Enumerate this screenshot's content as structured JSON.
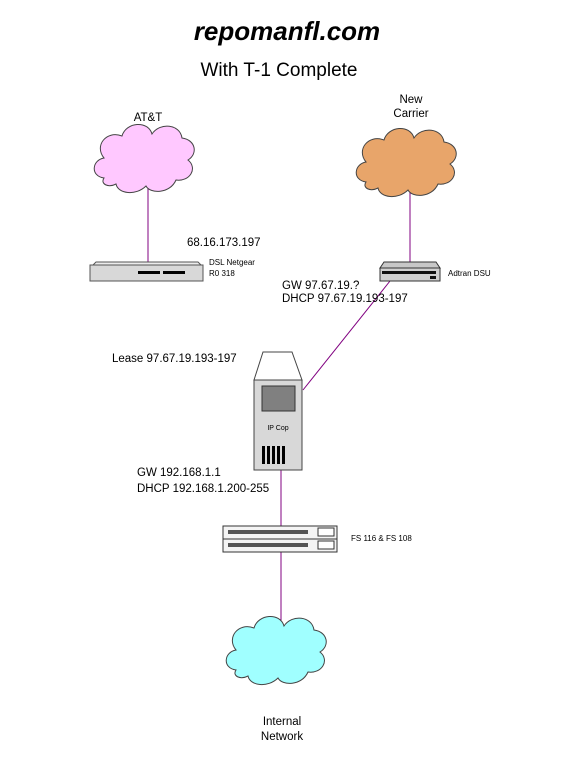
{
  "title": "repomanfl.com",
  "subtitle": "With T-1 Complete",
  "clouds": {
    "att": {
      "label": "AT&T",
      "color": "#ffc8ff"
    },
    "new_carrier": {
      "label_line1": "New",
      "label_line2": "Carrier",
      "color": "#e8a56a"
    },
    "internal": {
      "label_line1": "Internal",
      "label_line2": "Network",
      "color": "#a0ffff"
    }
  },
  "devices": {
    "dsl": {
      "ip": "68.16.173.197",
      "name_line1": "DSL Netgear",
      "name_line2": "R0 318"
    },
    "dsu": {
      "name": "Adtran DSU",
      "gw": "GW 97.67.19.?",
      "dhcp": "DHCP 97.67.19.193-197"
    },
    "ipcop": {
      "name": "IP Cop",
      "lease": "Lease 97.67.19.193-197",
      "gw": "GW 192.168.1.1",
      "dhcp": "DHCP 192.168.1.200-255"
    },
    "switch": {
      "name": "FS 116 & FS 108"
    }
  },
  "colors": {
    "link": "#800080",
    "device_body": "#d8d8d8"
  }
}
